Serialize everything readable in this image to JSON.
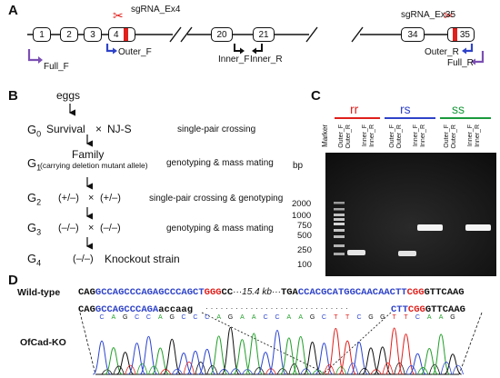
{
  "panelA": {
    "letter": "A",
    "exons_left": [
      "1",
      "2",
      "3",
      "4"
    ],
    "exons_mid": [
      "20",
      "21"
    ],
    "exons_right": [
      "34",
      "35"
    ],
    "sgRNA_ex4": "sgRNA_Ex4",
    "sgRNA_ex35": "sgRNA_Ex35",
    "full_f": "Full_F",
    "outer_f": "Outer_F",
    "inner_f": "Inner_F",
    "inner_r": "Inner_R",
    "outer_r": "Outer_R",
    "full_r": "Full_R"
  },
  "panelB": {
    "letter": "B",
    "eggs": "eggs",
    "g0_label": "G",
    "g0_sub": "0",
    "g0_survival": "Survival",
    "times": "×",
    "g0_njs": "NJ-S",
    "g0_step": "single-pair crossing",
    "g1_label": "G",
    "g1_sub": "1",
    "g1_family": "Family",
    "g1_note": "(carrying deletion mutant allele)",
    "g1_step": "genotyping & mass mating",
    "g2_label": "G",
    "g2_sub": "2",
    "g2_a": "(+/–)",
    "g2_b": "(+/–)",
    "g2_step": "single-pair crossing & genotyping",
    "g3_label": "G",
    "g3_sub": "3",
    "g3_a": "(–/–)",
    "g3_b": "(–/–)",
    "g3_step": "genotyping & mass mating",
    "g4_label": "G",
    "g4_sub": "4",
    "g4_geno": "(–/–)",
    "g4_text": "Knockout strain"
  },
  "panelC": {
    "letter": "C",
    "groups": [
      {
        "name": "rr",
        "color": "#e0201c"
      },
      {
        "name": "rs",
        "color": "#2f43c8"
      },
      {
        "name": "ss",
        "color": "#1a9a3c"
      }
    ],
    "marker": "Marker",
    "lanes": [
      "Outer_F",
      "Outer_R",
      "Inner_F",
      "Inner_R"
    ],
    "bp": "bp",
    "ladder": [
      "2000",
      "1000",
      "750",
      "500",
      "250",
      "100"
    ]
  },
  "panelD": {
    "letter": "D",
    "wt_label": "Wild-type",
    "wt_seq": {
      "a": "CAG",
      "b": "GCCAGCCCAGAGCCCAGCT",
      "c": "GGG",
      "d": "CC",
      "gap": "···15.4 kb···",
      "e": "TGA",
      "f": "CCACGCATGGCAACAACTT",
      "g": "CGG",
      "h": "GTTCAAG"
    },
    "ko_label": "OfCad-KO",
    "ko_seq": {
      "a": "CAG",
      "b": "GCCAGCCCAGA",
      "c": "accaag",
      "dots": "· · · · · · · · · · · · · · · · · · · · · · · · · · · · ·",
      "d": "CTT",
      "e": "CGG",
      "f": "GTTCAAG"
    },
    "chrom_bases": [
      "C",
      "A",
      "G",
      "C",
      "C",
      "A",
      "G",
      "C",
      "C",
      "C",
      "A",
      "G",
      "A",
      "A",
      "C",
      "C",
      "A",
      "A",
      "G",
      "C",
      "T",
      "T",
      "C",
      "G",
      "G",
      "T",
      "T",
      "C",
      "A",
      "A",
      "G"
    ],
    "base_colors": {
      "A": "#22a02a",
      "C": "#2c45d0",
      "G": "#111111",
      "T": "#e0201c"
    }
  }
}
